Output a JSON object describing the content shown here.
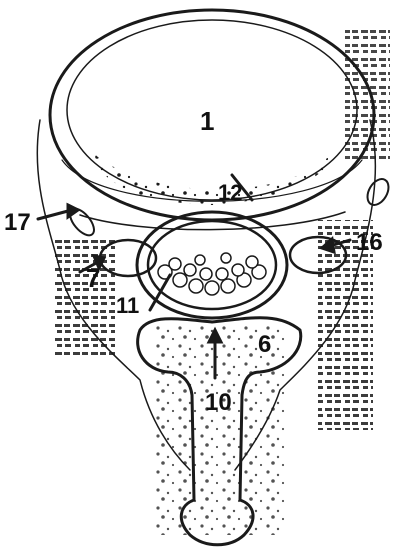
{
  "labels": {
    "l1": "1",
    "l12": "12",
    "l17": "17",
    "l16": "16",
    "l7": "7",
    "l11": "11",
    "l6": "6",
    "l10": "10"
  },
  "colors": {
    "ink": "#1a1a1a",
    "paper": "#ffffff"
  }
}
